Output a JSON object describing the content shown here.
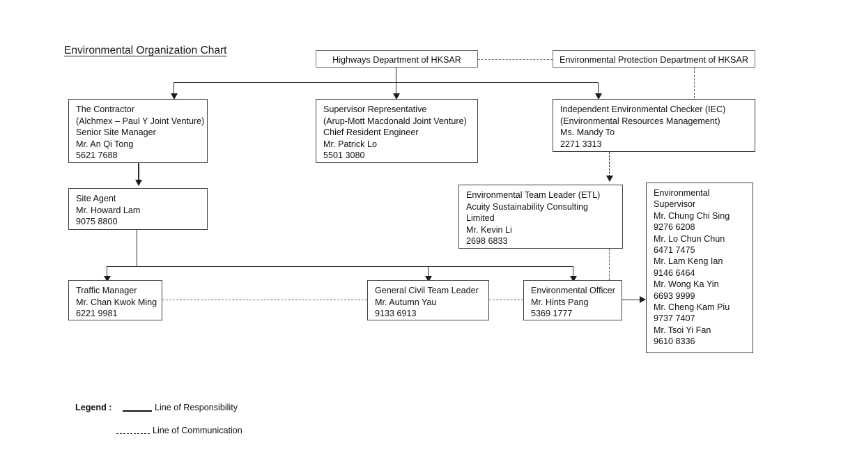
{
  "chart": {
    "title": "Environmental Organization Chart"
  },
  "nodes": {
    "highways": {
      "lines": [
        "Highways Department of HKSAR"
      ]
    },
    "epd": {
      "lines": [
        "Environmental Protection Department of HKSAR"
      ]
    },
    "contractor": {
      "lines": [
        "The Contractor",
        "(Alchmex – Paul Y Joint Venture)",
        "Senior Site Manager",
        "Mr. An Qi Tong",
        "5621 7688"
      ]
    },
    "supervisor_rep": {
      "lines": [
        "Supervisor Representative",
        "(Arup-Mott Macdonald Joint Venture)",
        "Chief Resident Engineer",
        "Mr. Patrick Lo",
        "5501 3080"
      ]
    },
    "iec": {
      "lines": [
        "Independent Environmental Checker (IEC)",
        "(Environmental Resources Management)",
        "Ms. Mandy To",
        "2271 3313"
      ]
    },
    "site_agent": {
      "lines": [
        "Site Agent",
        "Mr. Howard Lam",
        "9075 8800"
      ]
    },
    "etl": {
      "lines": [
        "Environmental Team Leader (ETL)",
        "Acuity Sustainability Consulting",
        "Limited",
        "Mr. Kevin Li",
        "2698 6833"
      ]
    },
    "env_supervisor": {
      "lines": [
        "Environmental",
        "Supervisor",
        "Mr. Chung Chi Sing",
        "9276 6208",
        "Mr. Lo Chun Chun",
        "6471 7475",
        "Mr. Lam Keng Ian",
        "9146 6464",
        "Mr. Wong Ka Yin",
        "6693 9999",
        "Mr. Cheng Kam Piu",
        "9737 7407",
        "Mr. Tsoi Yi Fan",
        "9610 8336"
      ]
    },
    "traffic_manager": {
      "lines": [
        "Traffic Manager",
        "Mr. Chan Kwok Ming",
        "6221 9981"
      ]
    },
    "general_civil": {
      "lines": [
        "General Civil Team Leader",
        "Mr. Autumn Yau",
        "9133 6913"
      ]
    },
    "env_officer": {
      "lines": [
        "Environmental Officer",
        "Mr. Hints Pang",
        "5369 1777"
      ]
    }
  },
  "legend": {
    "label": "Legend :",
    "responsibility": "Line of Responsibility",
    "communication": "Line of Communication"
  },
  "colors": {
    "line": "#2b2b2b",
    "dashed": "#5a5a5a",
    "box_border": "#3f3f3f",
    "dept_border": "#6b6f77",
    "text": "#111111",
    "background": "#ffffff"
  }
}
